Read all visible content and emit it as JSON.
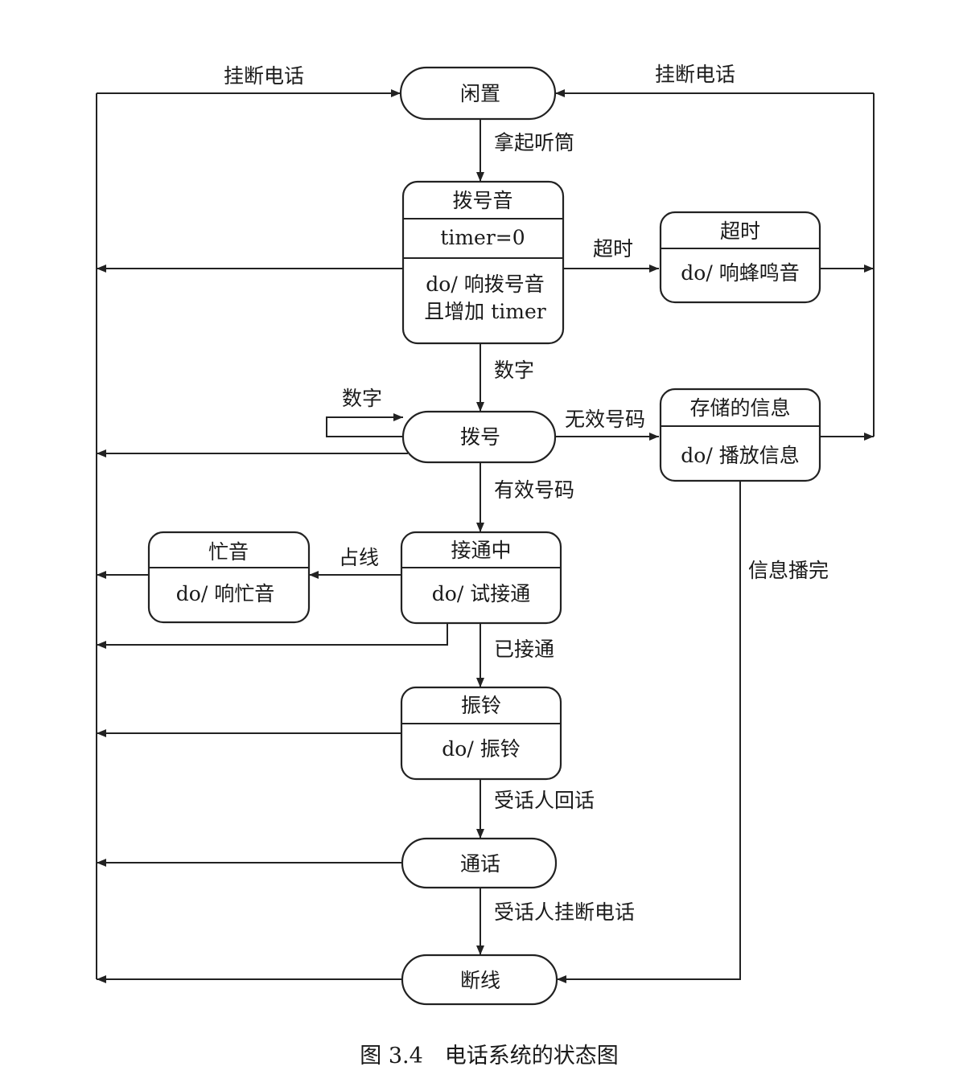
{
  "states": {
    "idle": {
      "name": "闲置"
    },
    "dialtone": {
      "name": "拨号音",
      "var": "timer=0",
      "action_line1": "do/ 响拨号音",
      "action_line2": "且增加 timer"
    },
    "timeout": {
      "name": "超时",
      "action": "do/ 响蜂鸣音"
    },
    "dialing": {
      "name": "拨号"
    },
    "recorded": {
      "name": "存储的信息",
      "action": "do/ 播放信息"
    },
    "busy": {
      "name": "忙音",
      "action": "do/ 响忙音"
    },
    "connecting": {
      "name": "接通中",
      "action": "do/ 试接通"
    },
    "ringing": {
      "name": "振铃",
      "action": "do/ 振铃"
    },
    "talking": {
      "name": "通话"
    },
    "disconnected": {
      "name": "断线"
    }
  },
  "transitions": {
    "hangup_left": "挂断电话",
    "hangup_right": "挂断电话",
    "pickup": "拿起听筒",
    "timeout": "超时",
    "digit_down": "数字",
    "digit_self": "数字",
    "invalid_number": "无效号码",
    "valid_number": "有效号码",
    "busy_line": "占线",
    "connected": "已接通",
    "callee_answers": "受话人回话",
    "callee_hangs_up": "受话人挂断电话",
    "message_done": "信息播完"
  },
  "caption": "图 3.4　电话系统的状态图"
}
